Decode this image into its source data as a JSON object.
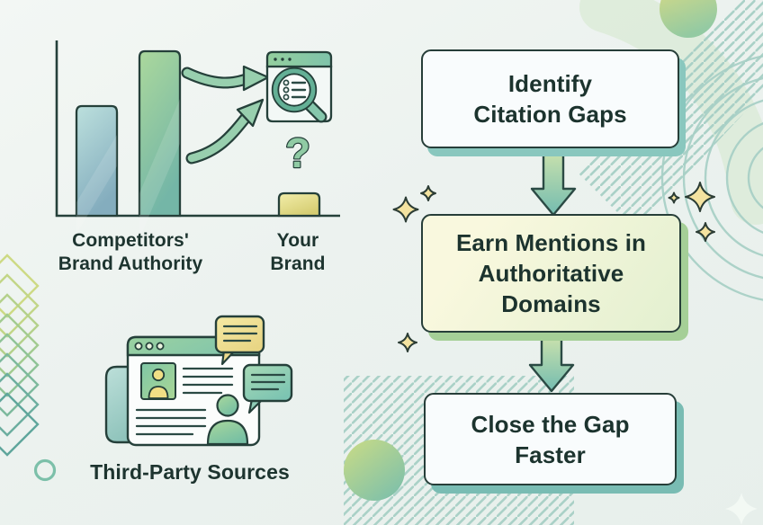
{
  "diagram": {
    "bar_chart": {
      "competitors_label": "Competitors'\nBrand Authority",
      "your_brand_label": "Your\nBrand",
      "question_mark": "?"
    },
    "sources_label": "Third-Party Sources",
    "flowchart": {
      "steps": [
        {
          "label": "Identify\nCitation Gaps"
        },
        {
          "label": "Earn Mentions in\nAuthoritative\nDomains"
        },
        {
          "label": "Close the Gap\nFaster"
        }
      ]
    },
    "colors": {
      "background": "#ecf2ef",
      "outline": "#25403a",
      "text": "#1d342f",
      "bar_competitor_1": "#9cc5c9",
      "bar_competitor_2": "#8fc7a3",
      "bar_your_brand": "#e3dc8e",
      "flow_box_1_fill": "#f9fcfd",
      "flow_box_2_fill": "#eef4d7",
      "flow_box_3_fill": "#f9fcfd",
      "shadow_teal": "#89c7be",
      "shadow_green": "#a5cf97",
      "sparkle_yellow": "#f4e3a0",
      "hatch_teal": "#a3cdc3"
    }
  }
}
